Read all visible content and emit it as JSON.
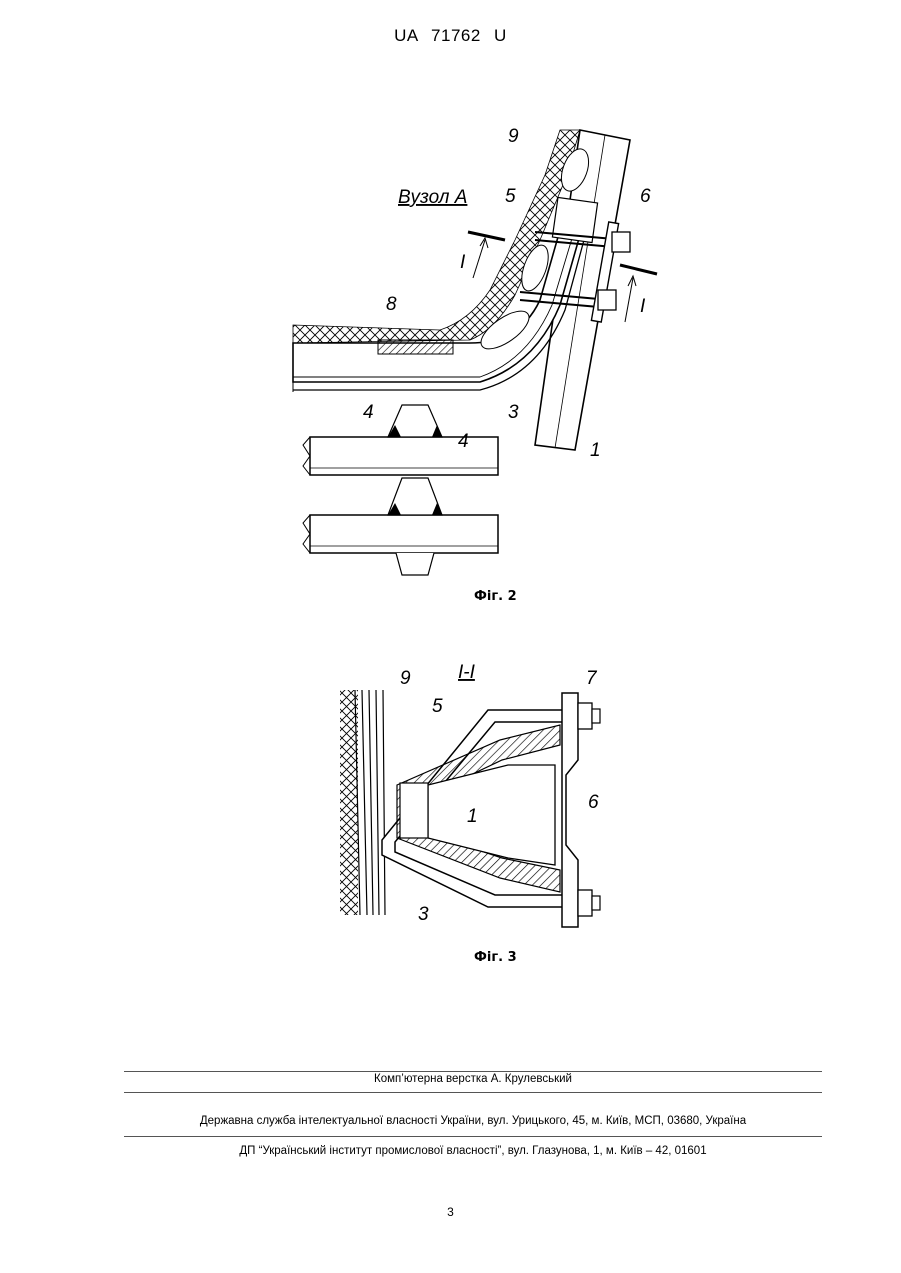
{
  "header": {
    "doc_id": "UA   71762   U"
  },
  "figure2": {
    "node_label": "Вузол А",
    "section_mark": "I",
    "labels": [
      "1",
      "3",
      "4",
      "4",
      "5",
      "6",
      "8",
      "9"
    ],
    "caption": "Фіг. 2"
  },
  "figure3": {
    "section_title": "I-I",
    "labels": [
      "1",
      "3",
      "5",
      "6",
      "7",
      "9"
    ],
    "caption": "Фіг. 3"
  },
  "footer": {
    "typesetting": "Комп’ютерна верстка А. Крулевський",
    "agency": "Державна служба інтелектуальної власності України, вул. Урицького, 45, м. Київ, МСП, 03680, Україна",
    "institute": "ДП “Український інститут промислової власності”, вул. Глазунова, 1, м. Київ – 42, 01601"
  },
  "page_number": "3"
}
